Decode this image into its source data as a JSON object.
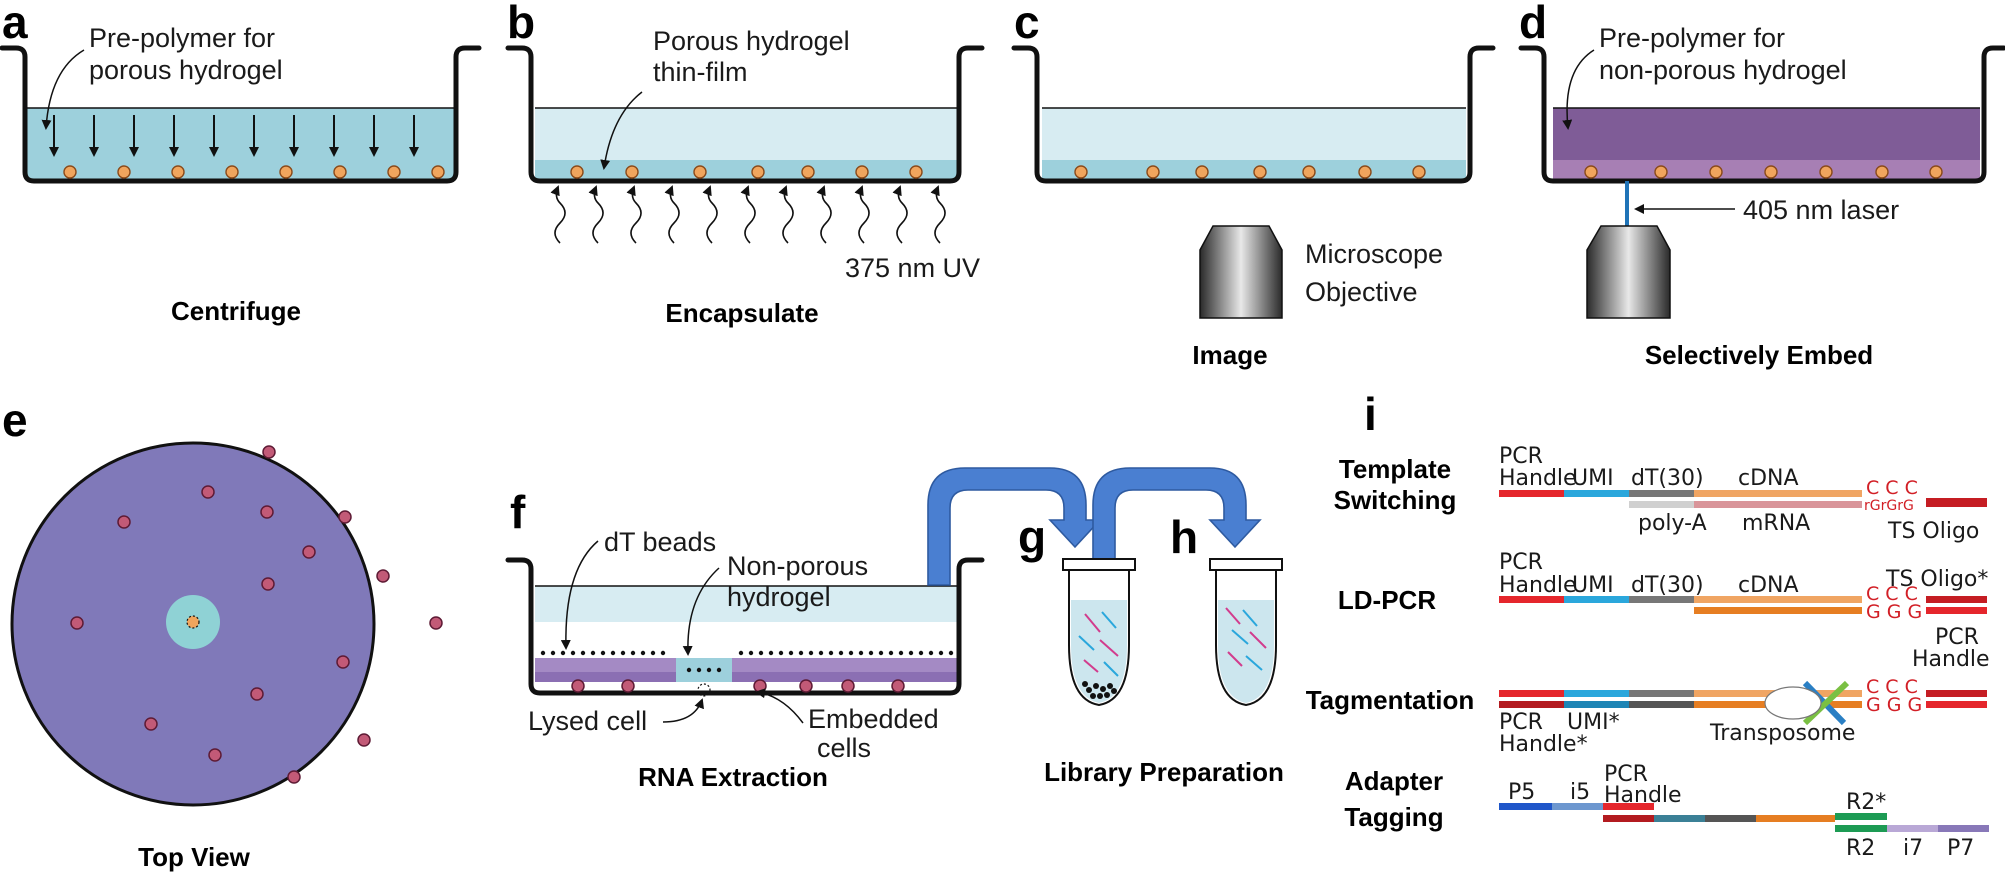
{
  "panels": {
    "a": {
      "letter": "a",
      "label_line1": "Pre-polymer for",
      "label_line2": "porous hydrogel",
      "caption": "Centrifuge",
      "colors": {
        "liquid": "#9dd0dc"
      }
    },
    "b": {
      "letter": "b",
      "label_line1": "Porous hydrogel",
      "label_line2": "thin-film",
      "uv_label": "375 nm UV",
      "caption": "Encapsulate",
      "colors": {
        "gel": "#9dd0dc",
        "liquid": "#d7ecf2"
      }
    },
    "c": {
      "letter": "c",
      "objective_line1": "Microscope",
      "objective_line2": "Objective",
      "caption": "Image"
    },
    "d": {
      "letter": "d",
      "label_line1": "Pre-polymer for",
      "label_line2": "non-porous hydrogel",
      "laser_label": "405 nm laser",
      "caption": "Selectively Embed",
      "colors": {
        "prepolymer": "#7f5c97",
        "laser": "#1f73b7"
      }
    },
    "e": {
      "letter": "e",
      "caption": "Top View",
      "colors": {
        "dish": "#8079b9",
        "halo": "#8fd2d5",
        "cell": "#c25a77"
      }
    },
    "f": {
      "letter": "f",
      "beads_label": "dT beads",
      "gel_line1": "Non-porous",
      "gel_line2": "hydrogel",
      "lysed_label": "Lysed cell",
      "embedded_line1": "Embedded",
      "embedded_line2": "cells",
      "caption": "RNA Extraction",
      "colors": {
        "gel": "#a48ac4",
        "arrow": "#4a7fd1"
      }
    },
    "g": {
      "letter": "g"
    },
    "h": {
      "letter": "h",
      "caption": "Library Preparation"
    },
    "i": {
      "letter": "i",
      "rows": [
        {
          "name_line1": "Template",
          "name_line2": "Switching"
        },
        {
          "name_line1": "LD-PCR",
          "name_line2": ""
        },
        {
          "name_line1": "Tagmentation",
          "name_line2": ""
        },
        {
          "name_line1": "Adapter",
          "name_line2": "Tagging"
        }
      ],
      "ts": {
        "pcr_line1": "PCR",
        "pcr_line2": "Handle",
        "umi": "UMI",
        "dt": "dT(30)",
        "cdna": "cDNA",
        "ccc": "C C C",
        "rgrgrg": "rGrGrG",
        "polya": "poly-A",
        "mrna": "mRNA",
        "ts_oligo": "TS Oligo"
      },
      "ld": {
        "pcr_line1": "PCR",
        "pcr_line2": "Handle",
        "umi": "UMI",
        "dt": "dT(30)",
        "cdna": "cDNA",
        "ts_oligo": "TS Oligo*",
        "ccc": "C C C",
        "ggg": "G G G",
        "pcr2_line1": "PCR",
        "pcr2_line2": "Handle"
      },
      "tag": {
        "ccc": "C C C",
        "ggg": "G G G",
        "umi": "UMI*",
        "pcr_line1": "PCR",
        "pcr_line2": "Handle*",
        "transposome": "Transposome"
      },
      "adapter": {
        "p5": "P5",
        "i5": "i5",
        "pcr_line1": "PCR",
        "pcr_line2": "Handle",
        "r2star": "R2*",
        "r2": "R2",
        "i7": "i7",
        "p7": "P7"
      },
      "colors": {
        "pcr": "#e5262c",
        "pcr_dark": "#b31b20",
        "umi": "#2aa7dc",
        "dt": "#777777",
        "cdna": "#f0a563",
        "mrna": "#d9959a",
        "ts": "#c51d23",
        "p5": "#1f56c9",
        "i5": "#6d97cf",
        "r2": "#1d9b54",
        "i7": "#b9a8d6",
        "p7": "#8878b8"
      }
    }
  }
}
